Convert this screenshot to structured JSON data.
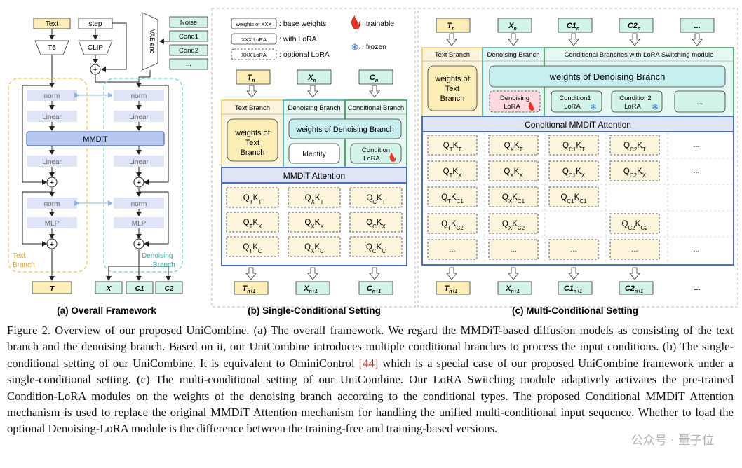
{
  "panel_a": {
    "inputs": {
      "text": "Text",
      "step": "step",
      "t5": "T5",
      "clip": "CLIP",
      "vae": "VAE enc",
      "noise": "Noise",
      "cond1": "Cond1",
      "cond2": "Cond2",
      "more": "..."
    },
    "norm": "norm",
    "linear": "Linear",
    "mmdit": "MMDiT",
    "mlp": "MLP",
    "text_branch": "Text Branch",
    "denoising_branch": "Denoising Branch",
    "outputs": {
      "t": "T",
      "x": "X",
      "c1": "C1",
      "c2": "C2"
    },
    "caption": "(a) Overall Framework"
  },
  "panel_b": {
    "legend": {
      "base_box": "weights of XXX",
      "base_label": ": base weights",
      "lora_box": "XXX LoRA",
      "lora_label": ": with LoRA",
      "opt_box": "XXX LoRA",
      "opt_label": ": optional LoRA",
      "trainable": ": trainable",
      "frozen": ": frozen"
    },
    "inputs": {
      "t": "T",
      "x": "X",
      "c": "C",
      "sub": "n"
    },
    "headers": {
      "text": "Text Branch",
      "denoise": "Denoising Branch",
      "cond": "Conditional Branch"
    },
    "text_weights": "weights of Text Branch",
    "denoise_weights": "weights of Denoising Branch",
    "identity": "Identity",
    "cond_lora": "Condition LoRA",
    "attention": "MMDiT Attention",
    "grid": [
      [
        "Q",
        "T",
        "K",
        "T"
      ],
      [
        "Q",
        "X",
        "K",
        "T"
      ],
      [
        "Q",
        "C",
        "K",
        "T"
      ],
      [
        "Q",
        "T",
        "K",
        "X"
      ],
      [
        "Q",
        "X",
        "K",
        "X"
      ],
      [
        "Q",
        "C",
        "K",
        "X"
      ],
      [
        "Q",
        "T",
        "K",
        "C"
      ],
      [
        "Q",
        "X",
        "K",
        "C"
      ],
      [
        "Q",
        "C",
        "K",
        "C"
      ]
    ],
    "outputs": {
      "sub": "n+1"
    },
    "caption": "(b) Single-Conditional Setting"
  },
  "panel_c": {
    "inputs": {
      "t": "T",
      "x": "X",
      "c1": "C1",
      "c2": "C2",
      "more": "...",
      "sub": "n"
    },
    "headers": {
      "text": "Text Branch",
      "denoise": "Denoising Branch",
      "cond": "Conditional Branches with LoRA Switching module"
    },
    "text_weights": "weights of Text Branch",
    "denoise_weights": "weights of Denoising Branch",
    "denoise_lora": "Denoising LoRA",
    "cond1_lora": "Condition1 LoRA",
    "cond2_lora": "Condition2 LoRA",
    "more": "...",
    "attention": "Conditional MMDiT Attention",
    "grid": [
      [
        [
          "Q",
          "T",
          "K",
          "T"
        ],
        [
          "Q",
          "X",
          "K",
          "T"
        ],
        [
          "Q",
          "C1",
          "K",
          "T"
        ],
        [
          "Q",
          "C2",
          "K",
          "T"
        ],
        "..."
      ],
      [
        [
          "Q",
          "T",
          "K",
          "X"
        ],
        [
          "Q",
          "X",
          "K",
          "X"
        ],
        [
          "Q",
          "C1",
          "K",
          "X"
        ],
        [
          "Q",
          "C2",
          "K",
          "X"
        ],
        "..."
      ],
      [
        [
          "Q",
          "T",
          "K",
          "C1"
        ],
        [
          "Q",
          "X",
          "K",
          "C1"
        ],
        [
          "Q",
          "C1",
          "K",
          "C1"
        ],
        "",
        ""
      ],
      [
        [
          "Q",
          "T",
          "K",
          "C2"
        ],
        [
          "Q",
          "X",
          "K",
          "C2"
        ],
        "",
        [
          "Q",
          "C2",
          "K",
          "C2"
        ],
        ""
      ],
      [
        "...",
        "...",
        "...",
        "...",
        "..."
      ]
    ],
    "outputs": {
      "sub": "n+1",
      "more": "..."
    },
    "caption": "(c) Multi-Conditional Setting"
  },
  "caption": {
    "p1": "Figure 2. Overview of our proposed UniCombine. (a) The overall framework. We regard the MMDiT-based diffusion models as consisting of the text branch and the denoising branch. Based on it, our UniCombine introduces multiple conditional branches to process the input conditions. (b) The single-conditional setting of our UniCombine. It is equivalent to OminiControl ",
    "ref": "[44]",
    "p2": " which is a special case of our proposed UniCombine framework under a single-conditional setting. (c) The multi-conditional setting of our UniCombine. Our LoRA Switching module adaptively activates the pre-trained Condition-LoRA modules on the weights of the denoising branch according to the conditional types. The proposed Conditional MMDiT Attention mechanism is used to replace the original MMDiT Attention mechanism for handling the unified multi-conditional input sequence. Whether to load the optional Denoising-LoRA module is the difference between the training-free and training-based versions."
  },
  "watermark": "公众号 · 量子位",
  "colors": {
    "yellow": "#fdeeb8",
    "green": "#d3f5e8",
    "cyan": "#c8eff0",
    "blue": "#4a6fc0",
    "lightblue": "#dfe5f6",
    "pink": "#fbd9de",
    "grid": "#fdf4dc"
  }
}
